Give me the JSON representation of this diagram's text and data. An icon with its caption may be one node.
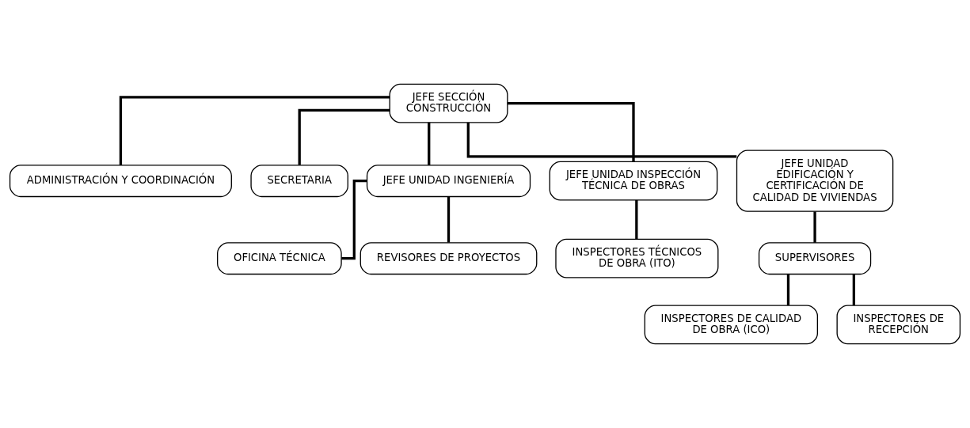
{
  "diagram": {
    "nodes": [
      {
        "text": [
          "JEFE SECCIÓN CONSTRUCCIÓN"
        ]
      },
      {
        "text": [
          "ADMINISTRACIÓN Y COORDINACIÓN"
        ]
      },
      {
        "text": [
          "SECRETARIA"
        ]
      },
      {
        "text": [
          "JEFE UNIDAD INGENIERÍA"
        ]
      },
      {
        "text": [
          "JEFE UNIDAD INSPECCIÓN TÉCNICA DE OBRAS"
        ]
      },
      {
        "text": [
          "JEFE UNIDAD EDIFICACIÓN Y CERTIFICACIÓN DE CALIDAD DE VIVIENDAS"
        ]
      },
      {
        "text": [
          "OFICINA TÉCNICA"
        ]
      },
      {
        "text": [
          "REVISORES DE PROYECTOS"
        ]
      },
      {
        "text": [
          "INSPECTORES TÉCNICOS DE OBRA (ITO)"
        ]
      },
      {
        "text": [
          "SUPERVISORES"
        ]
      },
      {
        "text": [
          "INSPECTORES DE CALIDAD DE OBRA (ICO)"
        ]
      },
      {
        "text": [
          "INSPECTORES DE RECEPCIÓN"
        ]
      }
    ],
    "edges": [
      {
        "from": 0,
        "to": 1,
        "arrow": "none"
      },
      {
        "from": 0,
        "to": 2,
        "arrow": "none"
      },
      {
        "from": 0,
        "to": 3,
        "arrow": "none"
      },
      {
        "from": 0,
        "to": 4,
        "arrow": "none"
      },
      {
        "from": 0,
        "to": 5,
        "arrow": "none"
      },
      {
        "from": 3,
        "to": 6,
        "arrow": "none"
      },
      {
        "from": 3,
        "to": 7,
        "arrow": "none"
      },
      {
        "from": 4,
        "to": 8,
        "arrow": "none"
      },
      {
        "from": 5,
        "to": 9,
        "arrow": "none"
      },
      {
        "from": 9,
        "to": 10,
        "arrow": "none"
      },
      {
        "from": 9,
        "to": 11,
        "arrow": "none"
      }
    ]
  }
}
